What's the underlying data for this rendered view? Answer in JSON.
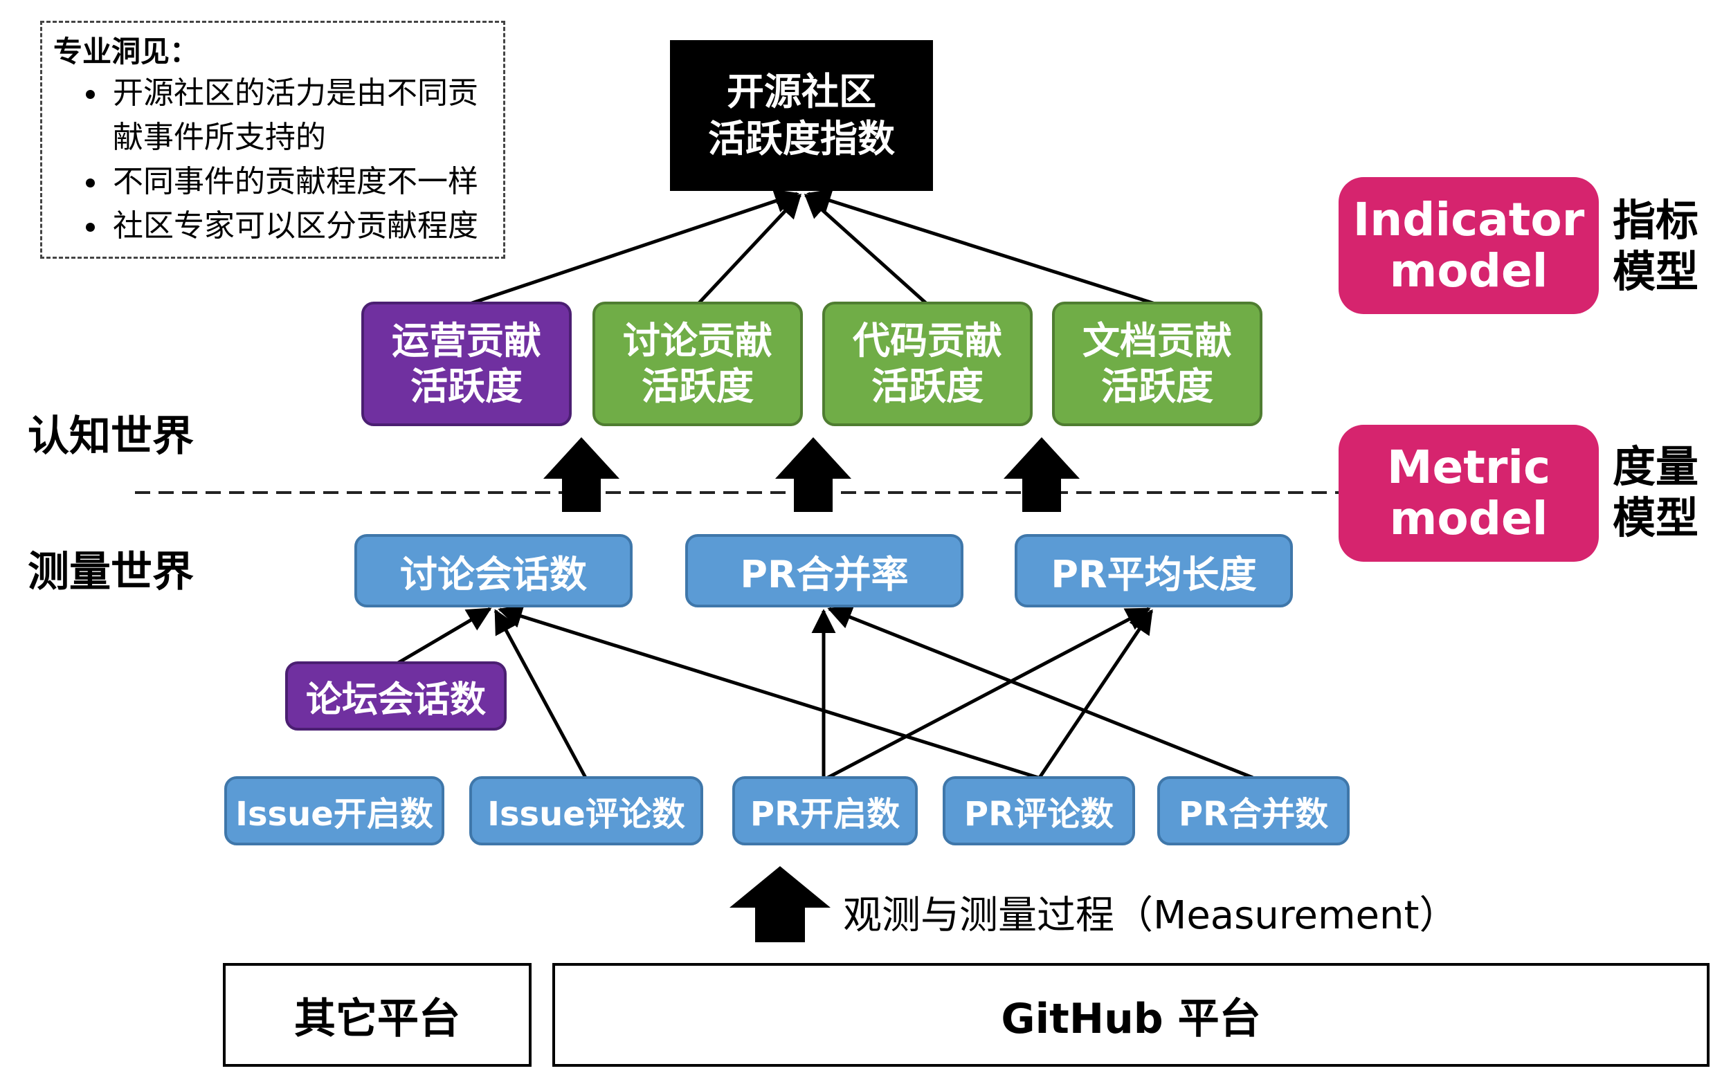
{
  "insight_box": {
    "title": "专业洞见：",
    "bullets": [
      "开源社区的活力是由不同贡献事件所支持的",
      "不同事件的贡献程度不一样",
      "社区专家可以区分贡献程度"
    ]
  },
  "top_index": "开源社区\n活跃度指数",
  "level_labels": {
    "cognitive_world": "认知世界",
    "measurement_world": "测量世界"
  },
  "indicator_model": {
    "badge": "Indicator\nmodel",
    "label": "指标\n模型"
  },
  "metric_model": {
    "badge": "Metric\nmodel",
    "label": "度量\n模型"
  },
  "indicators": {
    "ops": "运营贡献\n活跃度",
    "discussion": "讨论贡献\n活跃度",
    "code": "代码贡献\n活跃度",
    "docs": "文档贡献\n活跃度"
  },
  "metrics": {
    "discussion_sessions": "讨论会话数",
    "pr_merge_rate": "PR合并率",
    "pr_avg_length": "PR平均长度",
    "forum_sessions": "论坛会话数"
  },
  "events": {
    "issue_open": "Issue开启数",
    "issue_comment": "Issue评论数",
    "pr_open": "PR开启数",
    "pr_comment": "PR评论数",
    "pr_merge": "PR合并数"
  },
  "measurement_note": "观测与测量过程（Measurement）",
  "platforms": {
    "other": "其它平台",
    "github": "GitHub 平台"
  }
}
